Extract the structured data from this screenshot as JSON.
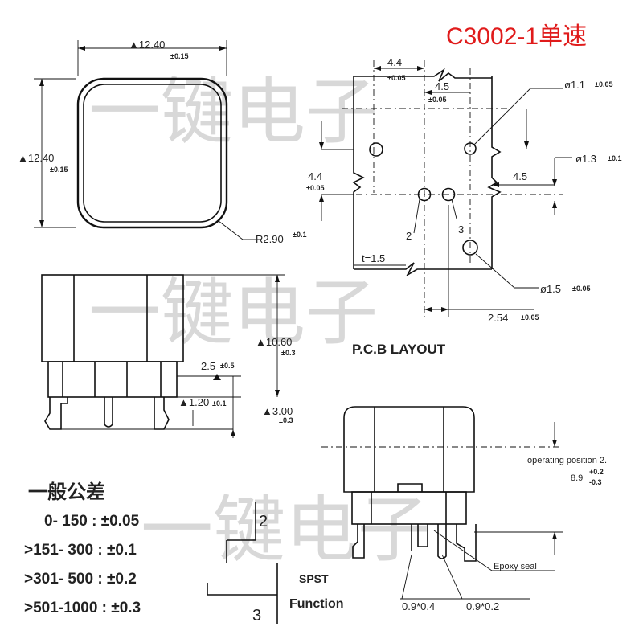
{
  "title": "C3002-1单速",
  "watermark": [
    "一键电子",
    "一键电子",
    "一键电子"
  ],
  "top_view": {
    "width_dim": "▲12.40",
    "width_tol": "±0.15",
    "height_dim": "▲12.40",
    "height_tol": "±0.15",
    "radius_dim": "R2.90",
    "radius_tol": "±0.1"
  },
  "pcb_layout": {
    "title": "P.C.B LAYOUT",
    "dim_4_4_top": "4.4",
    "dim_4_4_top_tol": "±0.05",
    "dim_4_5_top": "4.5",
    "dim_4_5_top_tol": "±0.05",
    "hole_1_1": "ø1.1",
    "hole_1_1_tol": "±0.05",
    "hole_1_3": "ø1.3",
    "hole_1_3_tol": "±0.1",
    "dim_4_4_left": "4.4",
    "dim_4_4_left_tol": "±0.05",
    "dim_4_5_right": "4.5",
    "pin_2": "2",
    "pin_3": "3",
    "thickness": "t=1.5",
    "hole_1_5": "ø1.5",
    "hole_1_5_tol": "±0.05",
    "pitch": "2.54",
    "pitch_tol": "±0.05"
  },
  "side_view": {
    "height_dim": "▲10.60",
    "height_tol": "±0.3",
    "dim_2_5": "2.5",
    "dim_2_5_tol": "±0.5",
    "dim_1_20": "▲1.20",
    "dim_1_20_tol": "±0.1",
    "dim_3_00": "▲3.00",
    "dim_3_00_tol": "±0.3"
  },
  "front_view": {
    "operating_position": "operating position 2.",
    "op_value": "8.9",
    "op_tol_plus": "+0.2",
    "op_tol_minus": "-0.3",
    "epoxy_seal": "Epoxy seal",
    "pin_size_1": "0.9*0.4",
    "pin_size_2": "0.9*0.2"
  },
  "tolerance_table": {
    "heading": "一般公差",
    "rows": [
      "0-  150 : ±0.05",
      ">151- 300 : ±0.1",
      ">301- 500 : ±0.2",
      ">501-1000 : ±0.3"
    ]
  },
  "schematic": {
    "pin_top": "2",
    "pin_bottom": "3",
    "type": "SPST",
    "function": "Function"
  }
}
